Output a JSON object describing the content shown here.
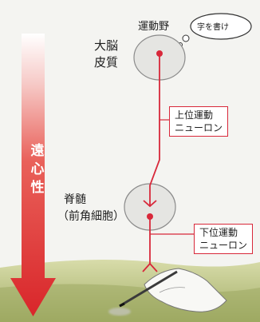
{
  "title": "運動野",
  "thought_bubble": "字を書け",
  "cerebral_cortex": [
    "大脳",
    "皮質"
  ],
  "spinal_cord": [
    "脊髄",
    "（前角細胞）"
  ],
  "upper_motor_neuron": [
    "上位運動",
    "ニューロン"
  ],
  "lower_motor_neuron": [
    "下位運動",
    "ニューロン"
  ],
  "distal": [
    "遠",
    "心",
    "性"
  ],
  "colors": {
    "neuron": "#d8283a",
    "arrow": "#e43c3c",
    "brain_fill": "#e5e5e2",
    "ground": "#a9b26c"
  }
}
